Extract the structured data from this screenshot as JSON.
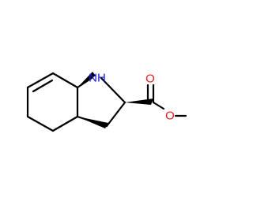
{
  "molecule": {
    "atom_labels": {
      "nh": "NH",
      "carbonyl_o": "O",
      "ester_o": "O"
    },
    "colors": {
      "bond": "#000000",
      "nitrogen": "#1a1ae6",
      "oxygen": "#e61a1a",
      "background": "#ffffff"
    }
  }
}
